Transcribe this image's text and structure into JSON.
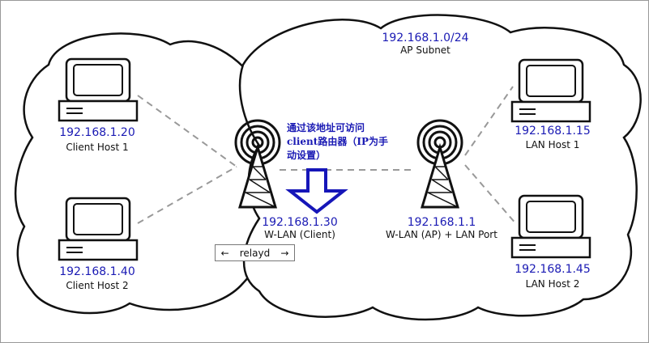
{
  "subnet": {
    "ip": "192.168.1.0/24",
    "label": "AP Subnet"
  },
  "hosts": [
    {
      "ip": "192.168.1.20",
      "label": "Client Host 1"
    },
    {
      "ip": "192.168.1.40",
      "label": "Client Host 2"
    },
    {
      "ip": "192.168.1.15",
      "label": "LAN Host 1"
    },
    {
      "ip": "192.168.1.45",
      "label": "LAN Host 2"
    }
  ],
  "routers": [
    {
      "ip": "192.168.1.30",
      "label": "W-LAN (Client)"
    },
    {
      "ip": "192.168.1.1",
      "label": "W-LAN (AP) + LAN Port"
    }
  ],
  "annotation": "通过该地址可访问client路由器（IP为手动设置）",
  "relayd": {
    "left_arrow": "←",
    "label": "relayd",
    "right_arrow": "→"
  },
  "colors": {
    "ip_text": "#1a1ab4",
    "annotation": "#1a1ab4",
    "arrow": "#1616b8",
    "link_dash": "#999999"
  },
  "icons": [
    "computer-icon",
    "antenna-tower-icon",
    "down-arrow-icon",
    "cloud-shape"
  ]
}
